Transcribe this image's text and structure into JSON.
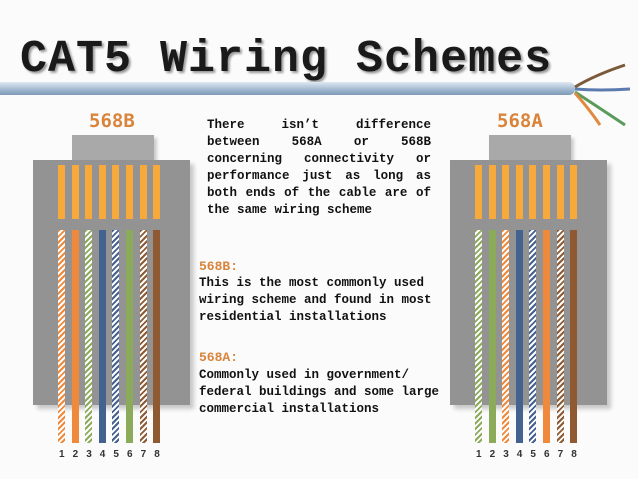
{
  "title": "CAT5 Wiring Schemes",
  "left": {
    "label": "568B",
    "wires": [
      "orange-white",
      "orange",
      "green-white",
      "blue",
      "blue-white",
      "green",
      "brown-white",
      "brown"
    ]
  },
  "right": {
    "label": "568A",
    "wires": [
      "green-white",
      "green",
      "orange-white",
      "blue",
      "blue-white",
      "orange",
      "brown-white",
      "brown"
    ]
  },
  "pin_numbers": [
    "1",
    "2",
    "3",
    "4",
    "5",
    "6",
    "7",
    "8"
  ],
  "intro": "There isn’t difference between 568A or 568B concerning connectivity or performance just as long as both ends of the cable are of the same wiring scheme",
  "b_heading": "568B:",
  "b_text": "This is the most commonly used wiring scheme and found in most residential installations",
  "a_heading": "568A:",
  "a_text": "Commonly used in government/ federal buildings and some large commercial installations",
  "colors": {
    "orange": "#ef8a3c",
    "green": "#8bab5a",
    "blue": "#44618f",
    "brown": "#8f5a32",
    "pin": "#f8a93c"
  }
}
